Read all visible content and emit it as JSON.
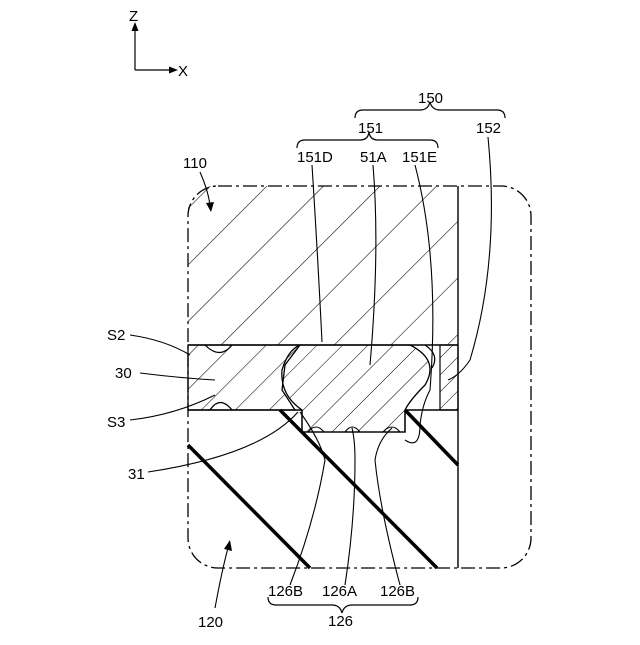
{
  "axes": {
    "vertical": "Z",
    "horizontal": "X"
  },
  "labels": {
    "group_150": "150",
    "group_151": "151",
    "part_152": "152",
    "part_151D": "151D",
    "part_51A": "51A",
    "part_151E": "151E",
    "part_110": "110",
    "part_S2": "S2",
    "part_30": "30",
    "part_S3": "S3",
    "part_31": "31",
    "part_120": "120",
    "part_126B_left": "126B",
    "part_126A": "126A",
    "part_126B_right": "126B",
    "group_126": "126"
  },
  "colors": {
    "line": "#000000",
    "background": "#ffffff"
  }
}
